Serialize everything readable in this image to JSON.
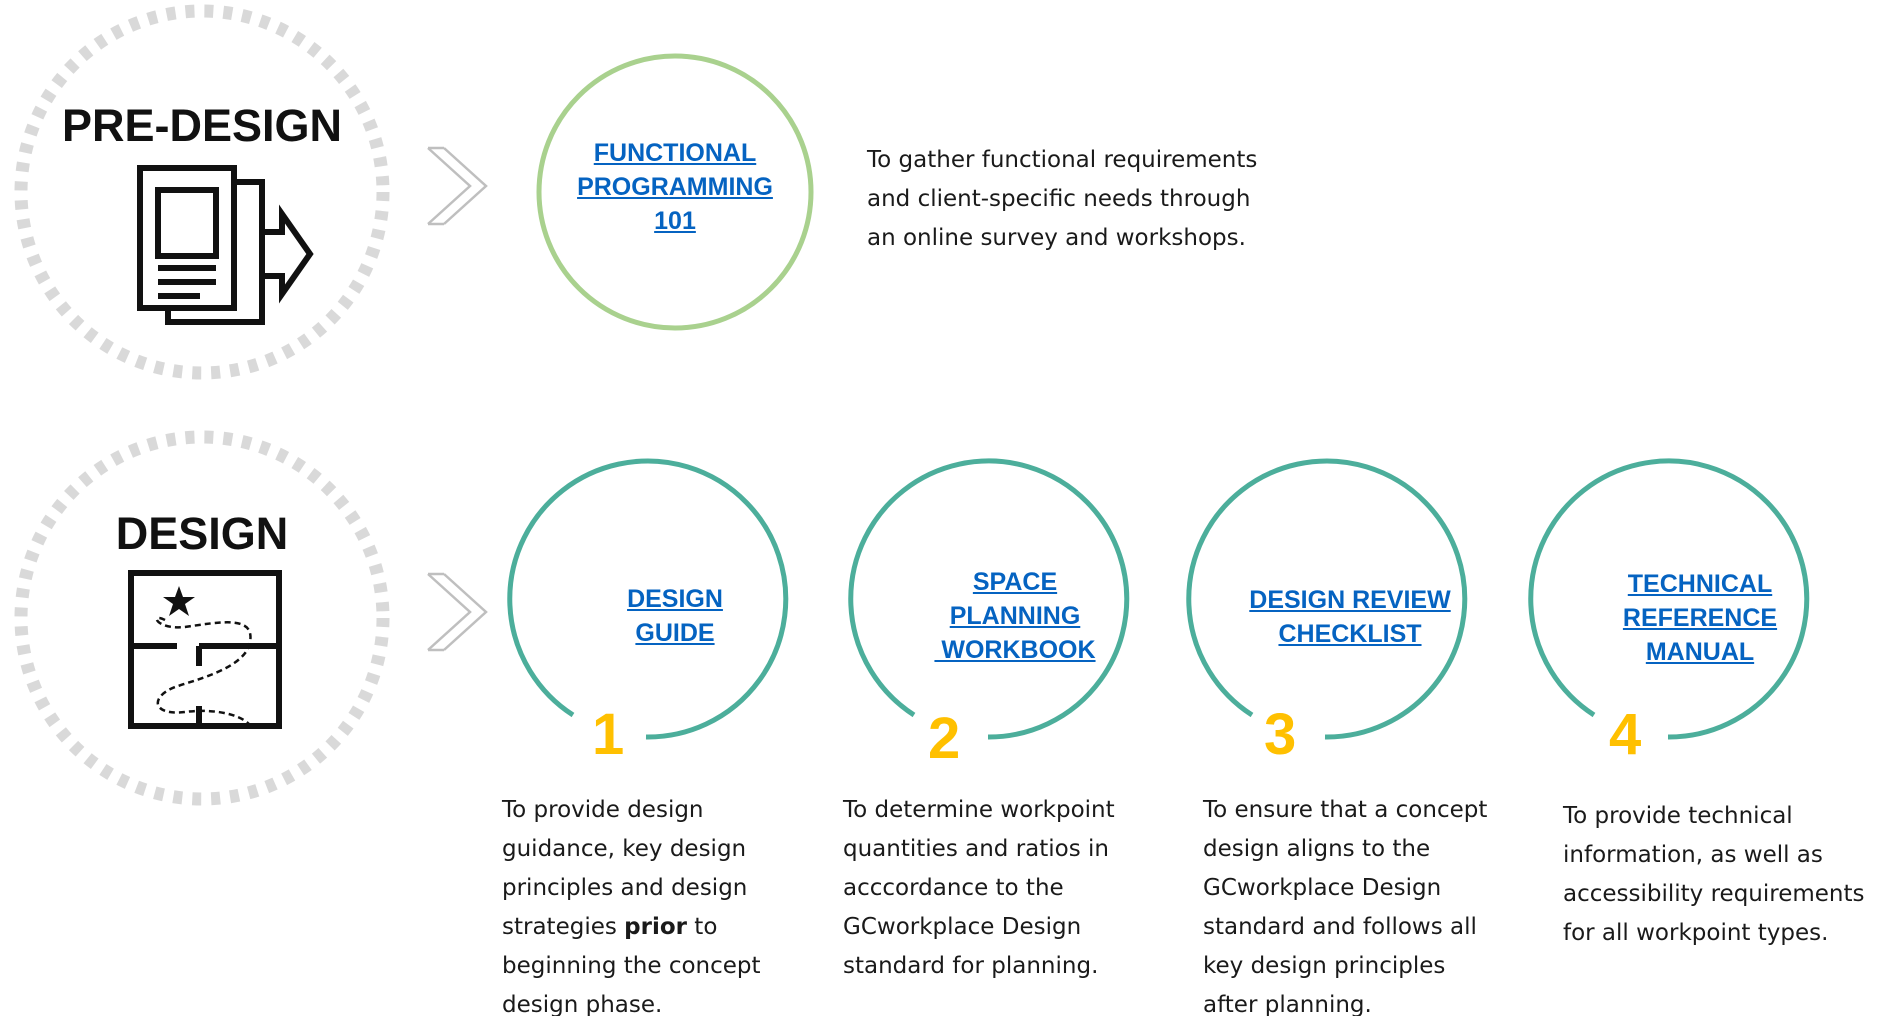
{
  "phases": [
    {
      "title": "PRE-DESIGN",
      "icon": "document-export-icon",
      "items": [
        {
          "label_lines": [
            "FUNCTIONAL",
            "PROGRAMMING",
            "101"
          ],
          "description_lines": [
            "To gather functional requirements",
            "and client-specific needs through",
            "an online survey and workshops."
          ],
          "circle_color": "#a9d18e"
        }
      ]
    },
    {
      "title": "DESIGN",
      "icon": "floor-plan-path-icon",
      "items": [
        {
          "number": "1",
          "label_lines": [
            "DESIGN",
            "GUIDE"
          ],
          "description_lines": [
            "To provide design",
            "guidance, key design",
            "principles and design",
            "strategies |prior| to",
            "beginning the concept",
            "design phase."
          ],
          "circle_color": "#4cae9b"
        },
        {
          "number": "2",
          "label_lines": [
            "SPACE",
            "PLANNING",
            " WORKBOOK"
          ],
          "description_lines": [
            "To determine workpoint",
            "quantities and ratios in",
            "acccordance to the",
            "GCworkplace Design",
            "standard for planning."
          ],
          "circle_color": "#4cae9b"
        },
        {
          "number": "3",
          "label_lines": [
            "DESIGN REVIEW",
            "CHECKLIST"
          ],
          "description_lines": [
            "To ensure that a concept",
            "design aligns to the",
            "GCworkplace Design",
            "standard and follows all",
            "key design principles",
            "after planning."
          ],
          "circle_color": "#4cae9b"
        },
        {
          "number": "4",
          "label_lines": [
            "TECHNICAL",
            "REFERENCE",
            "MANUAL"
          ],
          "description_lines": [
            "To provide technical",
            "information, as well as",
            "accessibility requirements",
            "for all workpoint types."
          ],
          "circle_color": "#4cae9b"
        }
      ]
    }
  ],
  "colors": {
    "link": "#0563c1",
    "number": "#ffc000",
    "dotted_ring": "#d9d9d9",
    "chevron": "#bfbfbf",
    "predesign_circle": "#a9d18e",
    "design_circle": "#4cae9b"
  }
}
